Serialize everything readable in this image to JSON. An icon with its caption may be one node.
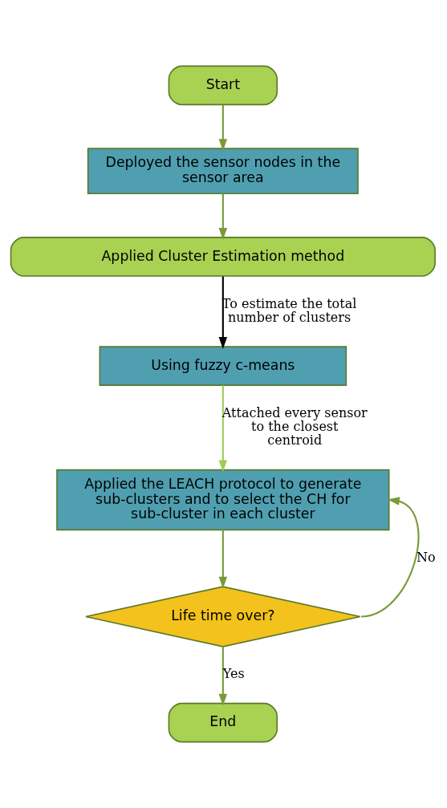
{
  "diagram": {
    "nodes": [
      {
        "text": [
          "Start"
        ]
      },
      {
        "text": [
          "Deployed the sensor nodes in the sensor area"
        ]
      },
      {
        "text": [
          "Applied Cluster Estimation method"
        ]
      },
      {
        "text": [
          "Using fuzzy c-means"
        ]
      },
      {
        "text": [
          "Applied the LEACH protocol to generate sub-clusters and to select the CH for sub-cluster in each cluster"
        ]
      },
      {
        "text": [
          "Life time over?"
        ]
      },
      {
        "text": [
          "End"
        ]
      }
    ],
    "edges": [
      {
        "from": 0,
        "to": 1,
        "arrow": "to"
      },
      {
        "from": 1,
        "to": 2,
        "arrow": "to"
      },
      {
        "from": 2,
        "to": 3,
        "arrow": "to",
        "label": "To estimate the total number of clusters",
        "color": "#000000"
      },
      {
        "from": 3,
        "to": 4,
        "arrow": "to",
        "label": "Attached every sensor to the closest centroid",
        "color": "#9ccc5a"
      },
      {
        "from": 4,
        "to": 5,
        "arrow": "to"
      },
      {
        "from": 5,
        "to": 4,
        "arrow": "to",
        "label": "No"
      },
      {
        "from": 5,
        "to": 6,
        "arrow": "to",
        "label": "Yes"
      }
    ]
  }
}
